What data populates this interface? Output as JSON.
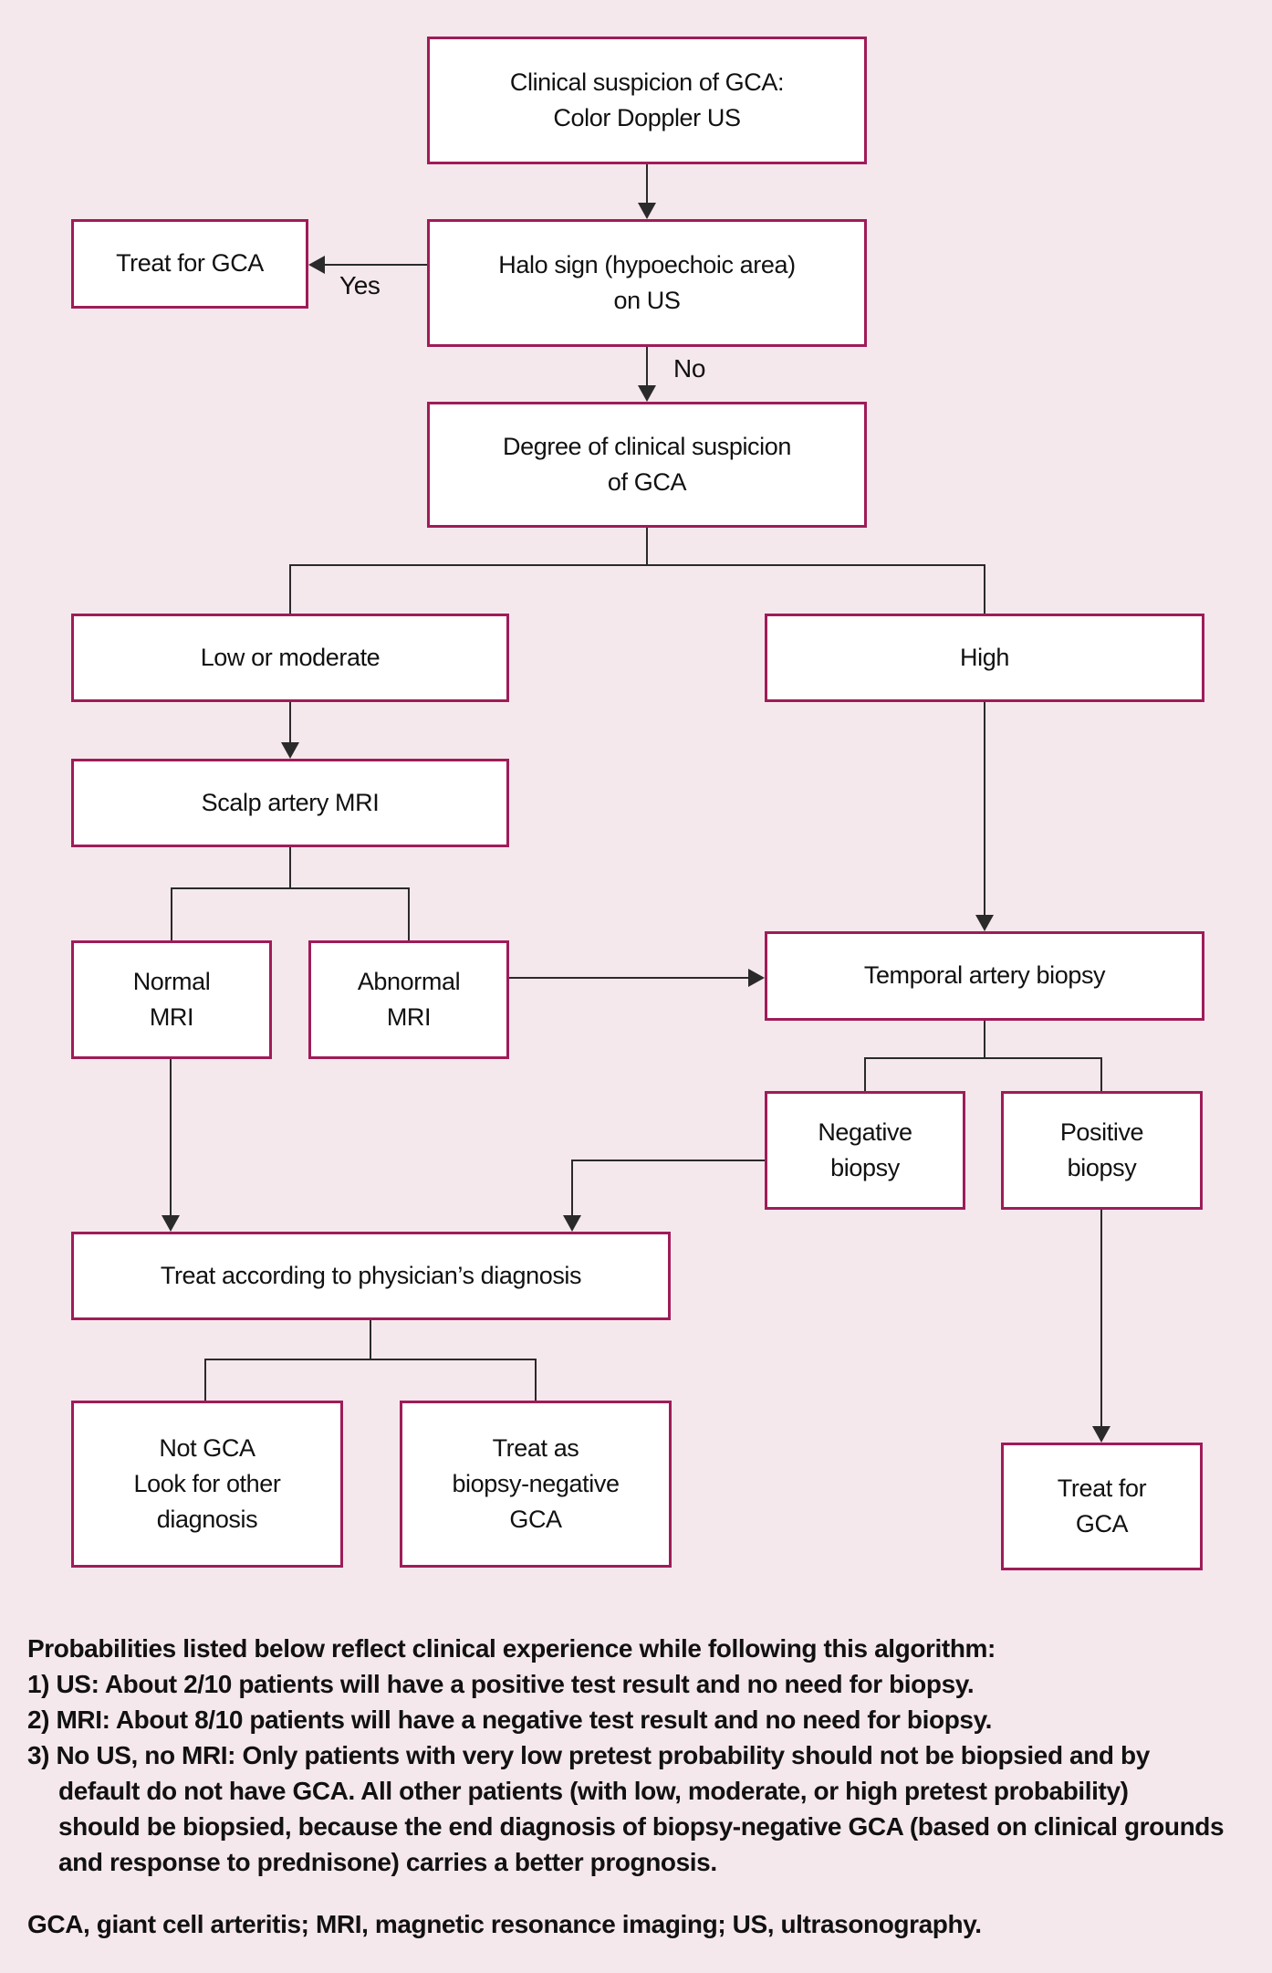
{
  "flowchart": {
    "nodes": {
      "clinical": {
        "label": "Clinical suspicion of GCA:\nColor Doppler US"
      },
      "treat_gca_top": {
        "label": "Treat for GCA"
      },
      "halo": {
        "label": "Halo sign (hypoechoic area)\non US"
      },
      "degree": {
        "label": "Degree of clinical suspicion\nof GCA"
      },
      "low": {
        "label": "Low or moderate"
      },
      "high": {
        "label": "High"
      },
      "scalp": {
        "label": "Scalp artery MRI"
      },
      "normal": {
        "label": "Normal\nMRI"
      },
      "abnormal": {
        "label": "Abnormal\nMRI"
      },
      "temporal": {
        "label": "Temporal artery biopsy"
      },
      "negative": {
        "label": "Negative\nbiopsy"
      },
      "positive": {
        "label": "Positive\nbiopsy"
      },
      "treat_accord": {
        "label": "Treat according to physician’s diagnosis"
      },
      "not_gca": {
        "label": "Not GCA\nLook for other\ndiagnosis"
      },
      "treat_as": {
        "label": "Treat as\nbiopsy-negative\nGCA"
      },
      "treat_gca_bottom": {
        "label": "Treat for\nGCA"
      }
    },
    "edge_labels": {
      "yes": "Yes",
      "no": "No"
    },
    "colors": {
      "background": "#f5e8ed",
      "box_border": "#9f1c58",
      "line": "#2a2a2a"
    }
  },
  "notes": {
    "lines": [
      "Probabilities listed below reflect clinical experience while following this algorithm:",
      "1) US: About 2/10 patients will have a positive test result and no need for biopsy.",
      "2) MRI: About 8/10 patients will have a negative test result and no need for biopsy.",
      "3) No US, no MRI: Only patients with very low pretest probability should not be biopsied and by",
      "default do not have GCA. All other patients (with low, moderate, or high pretest probability)",
      "should be biopsied, because the end diagnosis of biopsy-negative GCA (based on clinical grounds",
      "and response to prednisone) carries a better prognosis.",
      "GCA, giant cell arteritis; MRI, magnetic resonance imaging; US, ultrasonography."
    ]
  }
}
